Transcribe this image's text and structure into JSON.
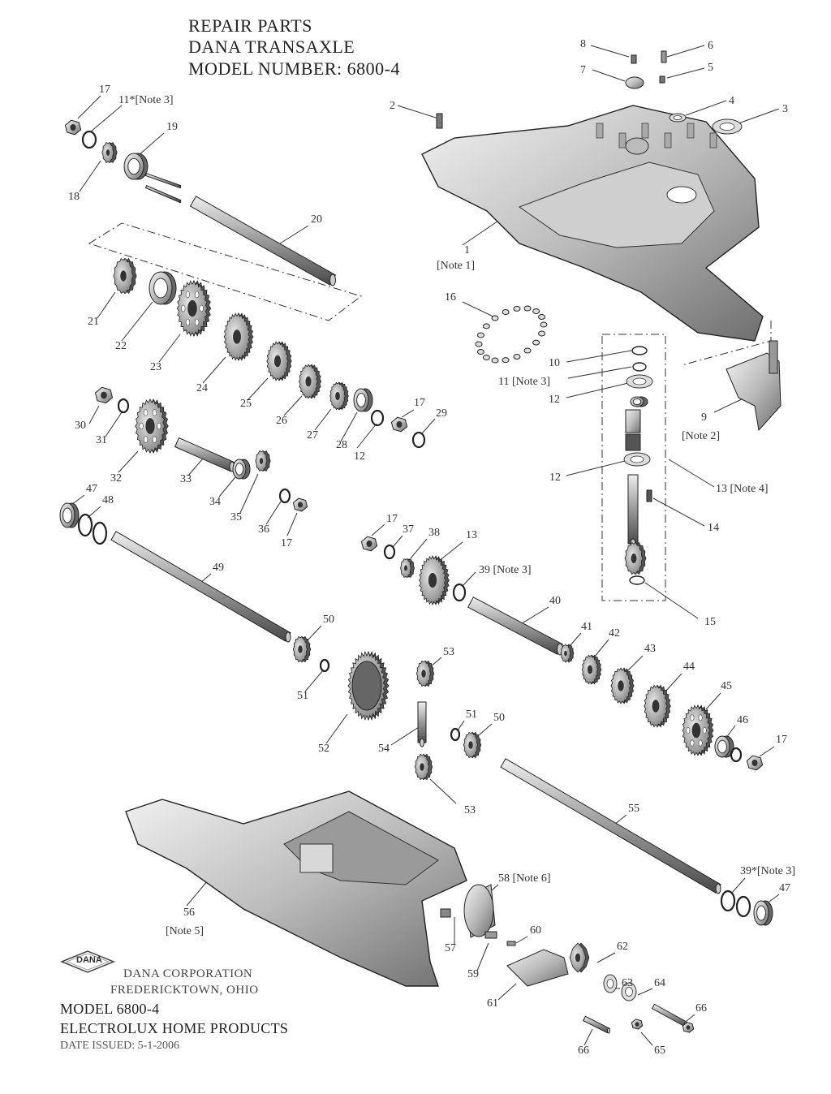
{
  "header": {
    "title_line1": "REPAIR PARTS",
    "title_line2": "DANA TRANSAXLE",
    "title_line3": "MODEL NUMBER: 6800-4"
  },
  "notes": {
    "n1": "[Note 1]",
    "n2": "[Note 2]",
    "n5": "[Note 5]"
  },
  "callouts": [
    "1",
    "2",
    "3",
    "4",
    "5",
    "6",
    "7",
    "8",
    "9",
    "10",
    "11 [Note 3]",
    "11*[Note 3]",
    "12",
    "13",
    "13 [Note 4]",
    "14",
    "15",
    "16",
    "17",
    "18",
    "19",
    "20",
    "21",
    "22",
    "23",
    "24",
    "25",
    "26",
    "27",
    "28",
    "29",
    "30",
    "31",
    "32",
    "33",
    "34",
    "35",
    "36",
    "37",
    "38",
    "39 [Note 3]",
    "39*[Note 3]",
    "40",
    "41",
    "42",
    "43",
    "44",
    "45",
    "46",
    "47",
    "48",
    "49",
    "50",
    "51",
    "52",
    "53",
    "54",
    "55",
    "56",
    "57",
    "58 [Note 6]",
    "59",
    "60",
    "61",
    "62",
    "63",
    "64",
    "65",
    "66"
  ],
  "footer": {
    "logo_text": "DANA",
    "corp_line1": "DANA CORPORATION",
    "corp_line2": "FREDERICKTOWN, OHIO",
    "model": "MODEL 6800-4",
    "company": "ELECTROLUX HOME PRODUCTS",
    "date": "DATE ISSUED: 5-1-2006"
  }
}
